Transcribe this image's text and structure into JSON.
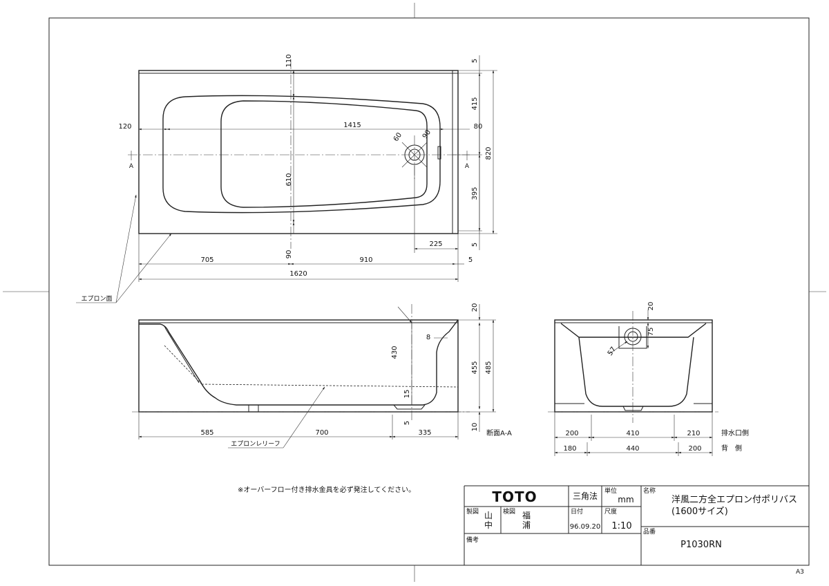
{
  "plan_view": {
    "dims": {
      "top_5": "5",
      "top_110": "110",
      "right_415": "415",
      "right_820": "820",
      "right_395": "395",
      "bottom_5": "5",
      "d_120": "120",
      "d_1415": "1415",
      "d_80": "80",
      "d_60": "60",
      "d_90a": "90",
      "d_610": "610",
      "d_90b": "90",
      "d_225": "225",
      "d_705": "705",
      "d_910": "910",
      "d_5": "5",
      "d_1620": "1620"
    },
    "section_mark_left": "A",
    "section_mark_right": "A",
    "apron_face_label": "エプロン面"
  },
  "section_view": {
    "dims": {
      "d_20": "20",
      "d_8": "8",
      "d_430": "430",
      "d_455": "455",
      "d_485": "485",
      "d_15": "15",
      "d_5": "5",
      "d_10": "10",
      "d_585": "585",
      "d_700": "700",
      "d_335": "335"
    },
    "section_label": "断面A-A",
    "apron_relief_label": "エプロンレリーフ"
  },
  "side_view": {
    "dims": {
      "d_20": "20",
      "d_75": "75",
      "d_57": "57",
      "r1_200": "200",
      "r1_410": "410",
      "r1_210": "210",
      "r2_180": "180",
      "r2_440": "440",
      "r2_200": "200"
    },
    "row1_label": "排水口側",
    "row2_label": "背　側"
  },
  "note": "※オーバーフロー付き排水金具を必ず発注してください。",
  "title_block": {
    "logo": "TOTO",
    "projection": "三角法",
    "unit_label": "単位",
    "unit_value": "mm",
    "name_label": "名称",
    "name_line1": "洋風二方全エプロン付ポリバス",
    "name_line2": "(1600サイズ)",
    "drafted_label": "製図",
    "drafted_value_1": "山",
    "drafted_value_2": "中",
    "checked_label": "検図",
    "checked_value_1": "福",
    "checked_value_2": "浦",
    "date_label": "日付",
    "date_value": "96.09.20",
    "scale_label": "尺度",
    "scale_value": "1:10",
    "part_no_label": "品番",
    "part_no_value": "P1030RN",
    "remarks_label": "備考"
  },
  "sheet_size": "A3"
}
